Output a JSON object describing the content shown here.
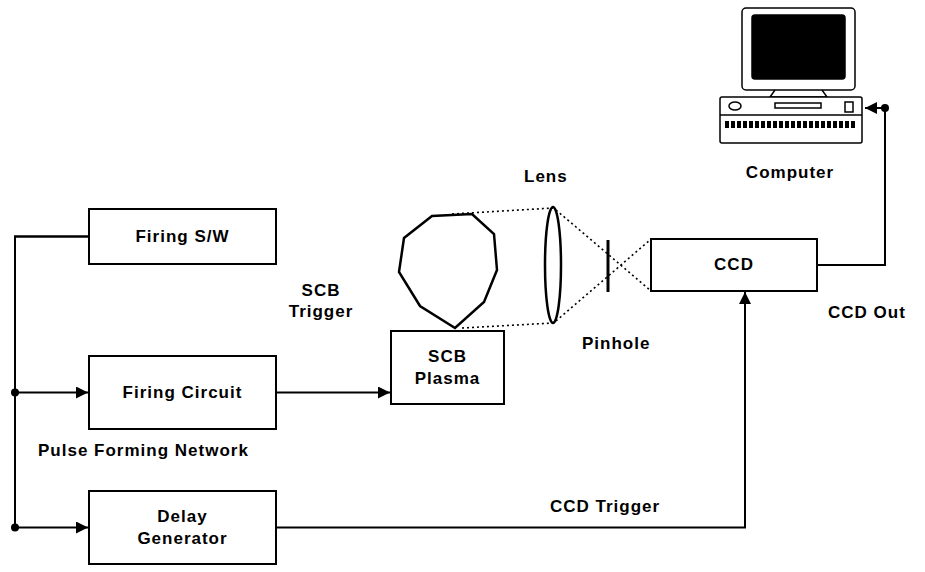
{
  "diagram": {
    "nodes": [
      {
        "text": [
          "Firing S/W"
        ]
      },
      {
        "text": [
          "Firing Circuit"
        ]
      },
      {
        "text": [
          "Delay Generator"
        ]
      },
      {
        "text": [
          "SCB Plasma"
        ]
      },
      {
        "text": [
          "CCD"
        ]
      },
      {
        "text": [
          "Computer"
        ]
      }
    ],
    "edges": [
      {
        "from": 0,
        "to": 1,
        "arrow": "to"
      },
      {
        "from": 0,
        "to": 2,
        "arrow": "to"
      },
      {
        "from": 1,
        "to": 3,
        "label": "SCB Trigger",
        "arrow": "to"
      },
      {
        "from": 2,
        "to": 4,
        "label": "CCD Trigger",
        "arrow": "to"
      },
      {
        "from": 4,
        "to": 5,
        "label": "CCD Out",
        "arrow": "to"
      }
    ],
    "labels": [
      "Pulse Forming Network",
      "Lens",
      "Pinhole"
    ]
  }
}
